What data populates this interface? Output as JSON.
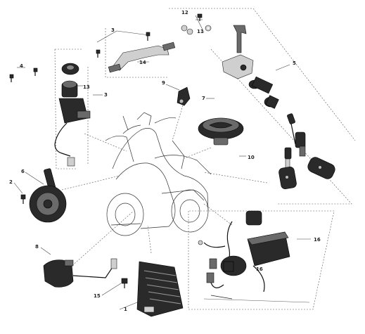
{
  "callouts": {
    "c1": "1",
    "c2": "2",
    "c3a": "3",
    "c3b": "3",
    "c4": "4",
    "c5": "5",
    "c6": "6",
    "c7": "7",
    "c8": "8",
    "c9": "9",
    "c10": "10",
    "c11": "11",
    "c12": "12",
    "c13": "13",
    "c14": "14",
    "c15": "15",
    "c16": "16",
    "c16b": "16"
  }
}
